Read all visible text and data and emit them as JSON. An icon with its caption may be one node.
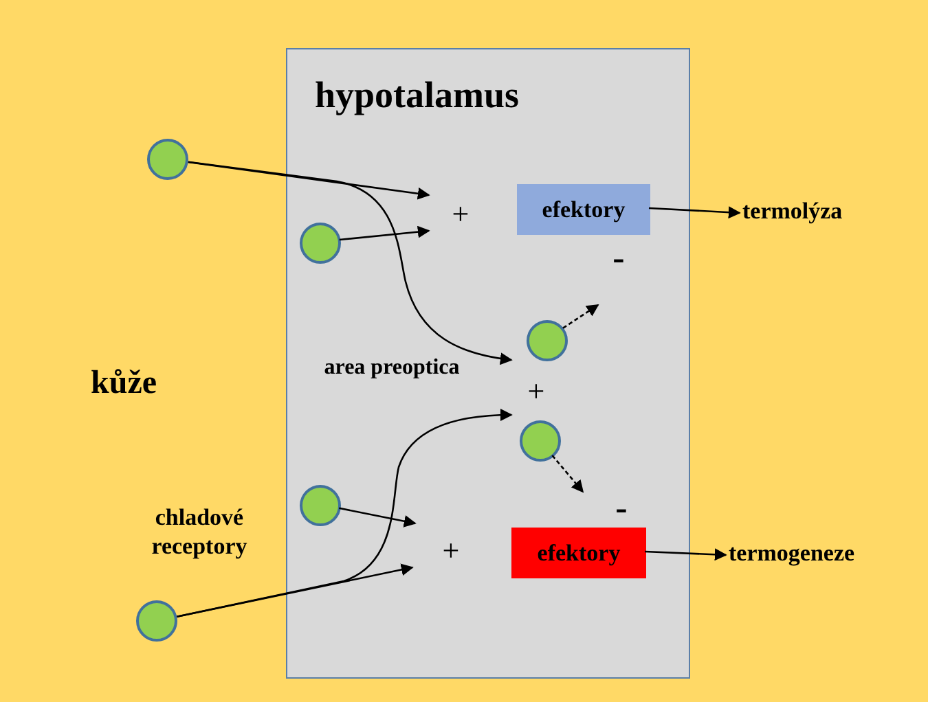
{
  "diagram": {
    "nodes": [
      {
        "text": [
          "hypotalamus"
        ]
      },
      {
        "text": [],
        "shape": "circle"
      },
      {
        "text": [],
        "shape": "circle",
        "in": 0
      },
      {
        "text": [
          "efektory"
        ],
        "in": 0
      },
      {
        "text": [
          "termolýza"
        ]
      },
      {
        "text": [],
        "shape": "circle",
        "in": 0
      },
      {
        "text": [],
        "shape": "circle",
        "in": 0
      },
      {
        "text": [
          "efektory"
        ],
        "in": 0
      },
      {
        "text": [
          "termogeneze"
        ]
      },
      {
        "text": [],
        "shape": "circle",
        "in": 0
      },
      {
        "text": [],
        "shape": "circle"
      }
    ],
    "edges": [
      {
        "from": 1,
        "to": null,
        "arrow": "to"
      },
      {
        "from": 2,
        "to": null,
        "arrow": "to"
      },
      {
        "from": 1,
        "to": 5,
        "arrow": "to"
      },
      {
        "from": 5,
        "to": null,
        "arrow": "to",
        "style": "dashed"
      },
      {
        "from": 6,
        "to": null,
        "arrow": "to",
        "style": "dashed"
      },
      {
        "from": 9,
        "to": null,
        "arrow": "to"
      },
      {
        "from": 10,
        "to": null,
        "arrow": "to"
      },
      {
        "from": 10,
        "to": 6,
        "arrow": "to"
      },
      {
        "from": 3,
        "to": 4,
        "arrow": "to"
      },
      {
        "from": 7,
        "to": 8,
        "arrow": "to"
      }
    ],
    "labels": [
      "+",
      "-",
      "area preoptica",
      "kůže",
      "+",
      "-",
      "chladové receptory",
      "+"
    ]
  }
}
